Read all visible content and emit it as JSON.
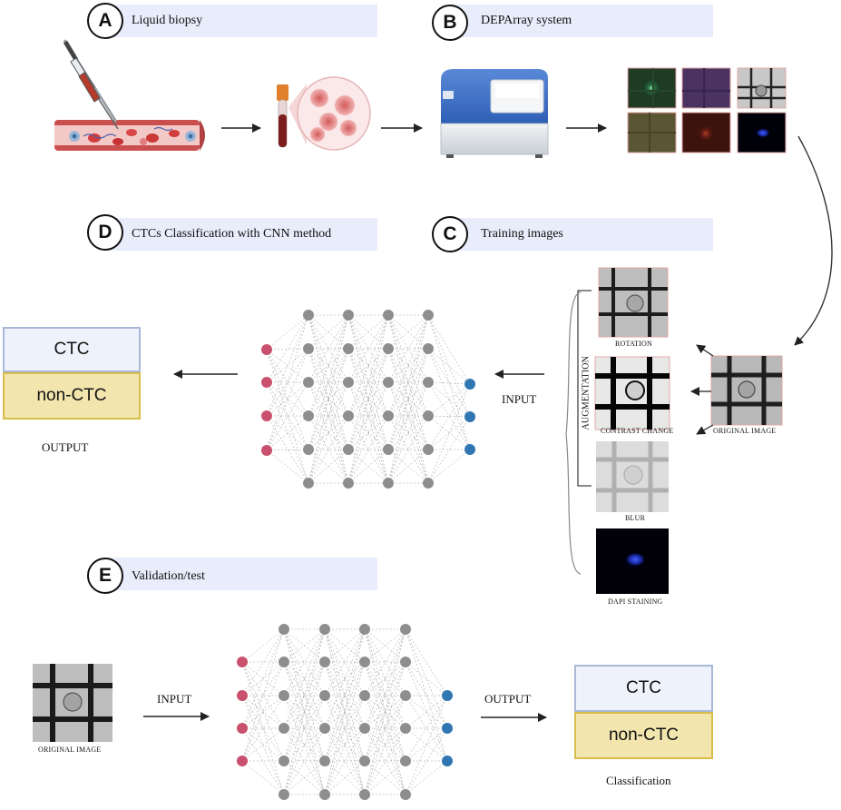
{
  "panels": {
    "a": {
      "letter": "A",
      "title": "Liquid biopsy"
    },
    "b": {
      "letter": "B",
      "title": "DEPArray system"
    },
    "c": {
      "letter": "C",
      "title": "Training images"
    },
    "d": {
      "letter": "D",
      "title": "CTCs Classification with CNN method"
    },
    "e": {
      "letter": "E",
      "title": "Validation/test"
    }
  },
  "training": {
    "rotation": "ROTATION",
    "contrast": "CONTRAST CHANGE",
    "blur": "BLUR",
    "dapi": "DAPI STAINING",
    "original": "ORIGINAL IMAGE",
    "augmentation": "AUGMENTATION",
    "input": "INPUT"
  },
  "cnn_output": {
    "ctc": "CTC",
    "non_ctc": "non-CTC",
    "label": "OUTPUT"
  },
  "validation": {
    "original": "ORIGINAL IMAGE",
    "input": "INPUT",
    "output": "OUTPUT",
    "ctc": "CTC",
    "non_ctc": "non-CTC",
    "classification": "Classification"
  },
  "colors": {
    "input_node": "#c9516e",
    "hidden_node": "#8e8e8e",
    "output_node": "#2f76b2",
    "panel_bar": "#e8ecfb"
  }
}
